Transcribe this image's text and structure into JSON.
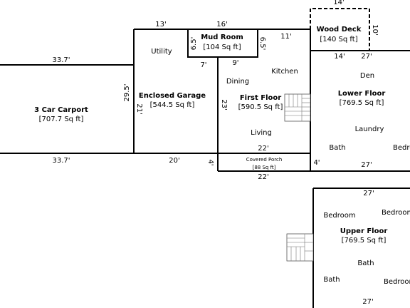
{
  "rooms": {
    "carport": {
      "name": "3 Car Carport",
      "area": "[707.7 Sq ft]"
    },
    "garage": {
      "name": "Enclosed Garage",
      "area": "[544.5 Sq ft]"
    },
    "mudroom": {
      "name": "Mud Room",
      "area": "[104 Sq ft]"
    },
    "first_floor": {
      "name": "First Floor",
      "area": "[590.5 Sq ft]"
    },
    "wood_deck": {
      "name": "Wood Deck",
      "area": "[140 Sq ft]"
    },
    "lower_floor": {
      "name": "Lower Floor",
      "area": "[769.5 Sq ft]"
    },
    "upper_floor": {
      "name": "Upper Floor",
      "area": "[769.5 Sq ft]"
    },
    "porch": {
      "name": "Covered Porch",
      "area": "[88 Sq ft]"
    }
  },
  "labels": {
    "utility": "Utility",
    "dining": "Dining",
    "kitchen": "Kitchen",
    "living": "Living",
    "den": "Den",
    "laundry": "Laundry",
    "bath_lower": "Bath",
    "bedroom_lower": "Bedroom",
    "bedroom_upper_1": "Bedroom",
    "bedroom_upper_2": "Bedroom",
    "bath_upper": "Bath",
    "bedroom_upper_3": "Bedroom"
  },
  "dimensions": {
    "carport_top": "33.7'",
    "carport_bottom": "33.7'",
    "carport_side": "29.5'",
    "garage_top": "13'",
    "garage_side": "21'",
    "garage_bottom": "20'",
    "mudroom_top": "16'",
    "mudroom_left": "6.5'",
    "mudroom_right": "6.5'",
    "mudroom_bottom": "7'",
    "first_top": "11'",
    "first_kitchen": "9'",
    "first_side": "23'",
    "first_bottom": "22'",
    "porch_left": "4'",
    "porch_right": "4'",
    "porch_bottom": "22'",
    "deck_top": "14'",
    "deck_side": "10'",
    "lower_deck_bottom": "14'",
    "lower_top": "27'",
    "lower_bottom": "27'",
    "upper_top": "27'",
    "upper_bottom": "27'"
  }
}
